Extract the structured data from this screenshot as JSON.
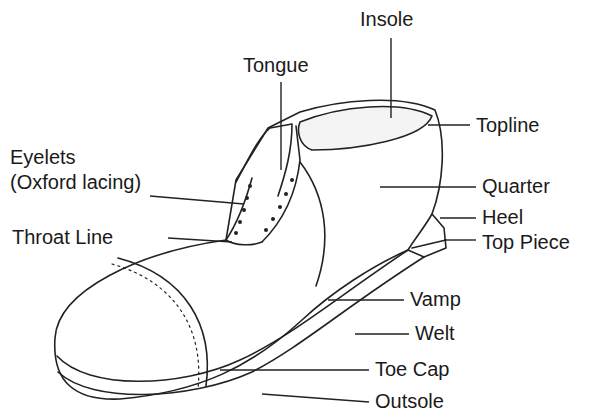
{
  "diagram": {
    "labels": [
      "Insole",
      "Tongue",
      "Eyelets (Oxford lacing)",
      "Throat Line",
      "Topline",
      "Quarter",
      "Heel",
      "Top Piece",
      "Vamp",
      "Welt",
      "Toe Cap",
      "Outsole"
    ]
  }
}
